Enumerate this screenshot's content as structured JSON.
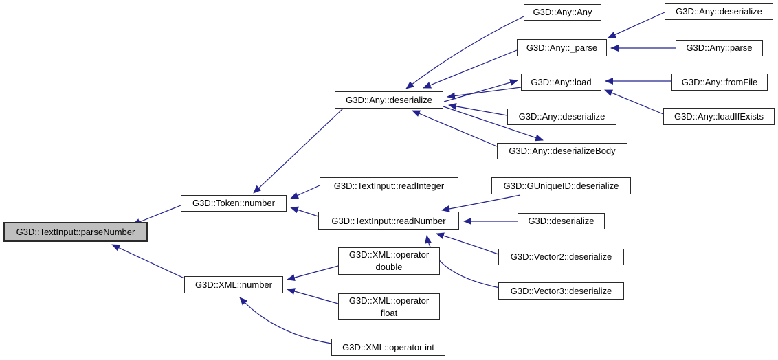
{
  "diagram": {
    "kind": "caller-graph",
    "colors": {
      "edge": "#23238f",
      "node_border": "#2a2a2a",
      "node_fill": "#ffffff",
      "focus_fill": "#bfbfbf",
      "text": "#000000",
      "background": "#ffffff"
    },
    "nodes": [
      {
        "id": "textinput-parsenumber",
        "label": "G3D::TextInput::parseNumber",
        "highlighted": true
      },
      {
        "id": "token-number",
        "label": "G3D::Token::number",
        "highlighted": false
      },
      {
        "id": "xml-number",
        "label": "G3D::XML::number",
        "highlighted": false
      },
      {
        "id": "any-deserialize",
        "label": "G3D::Any::deserialize",
        "highlighted": false
      },
      {
        "id": "textinput-readinteger",
        "label": "G3D::TextInput::readInteger",
        "highlighted": false
      },
      {
        "id": "textinput-readnumber",
        "label": "G3D::TextInput::readNumber",
        "highlighted": false
      },
      {
        "id": "xml-operator-double",
        "label": "G3D::XML::operator double",
        "highlighted": false
      },
      {
        "id": "xml-operator-float",
        "label": "G3D::XML::operator float",
        "highlighted": false
      },
      {
        "id": "xml-operator-int",
        "label": "G3D::XML::operator int",
        "highlighted": false
      },
      {
        "id": "any-any",
        "label": "G3D::Any::Any",
        "highlighted": false
      },
      {
        "id": "any-underscore-parse",
        "label": "G3D::Any::_parse",
        "highlighted": false
      },
      {
        "id": "any-load",
        "label": "G3D::Any::load",
        "highlighted": false
      },
      {
        "id": "any-deserialize-2",
        "label": "G3D::Any::deserialize",
        "highlighted": false
      },
      {
        "id": "any-deserializebody",
        "label": "G3D::Any::deserializeBody",
        "highlighted": false
      },
      {
        "id": "guniqueid-deserialize",
        "label": "G3D::GUniqueID::deserialize",
        "highlighted": false
      },
      {
        "id": "g3d-deserialize",
        "label": "G3D::deserialize",
        "highlighted": false
      },
      {
        "id": "vector2-deserialize",
        "label": "G3D::Vector2::deserialize",
        "highlighted": false
      },
      {
        "id": "vector3-deserialize",
        "label": "G3D::Vector3::deserialize",
        "highlighted": false
      },
      {
        "id": "any-deserialize-3",
        "label": "G3D::Any::deserialize",
        "highlighted": false
      },
      {
        "id": "any-parse",
        "label": "G3D::Any::parse",
        "highlighted": false
      },
      {
        "id": "any-fromfile",
        "label": "G3D::Any::fromFile",
        "highlighted": false
      },
      {
        "id": "any-loadifexists",
        "label": "G3D::Any::loadIfExists",
        "highlighted": false
      }
    ],
    "edges": [
      {
        "from": "token-number",
        "to": "textinput-parsenumber"
      },
      {
        "from": "xml-number",
        "to": "textinput-parsenumber"
      },
      {
        "from": "any-deserialize",
        "to": "token-number"
      },
      {
        "from": "textinput-readinteger",
        "to": "token-number"
      },
      {
        "from": "textinput-readnumber",
        "to": "token-number"
      },
      {
        "from": "any-any",
        "to": "any-deserialize"
      },
      {
        "from": "any-underscore-parse",
        "to": "any-deserialize"
      },
      {
        "from": "any-load",
        "to": "any-deserialize"
      },
      {
        "from": "any-deserialize",
        "to": "any-load"
      },
      {
        "from": "any-deserialize-2",
        "to": "any-deserialize"
      },
      {
        "from": "any-deserialize",
        "to": "any-deserializebody"
      },
      {
        "from": "any-deserializebody",
        "to": "any-deserialize"
      },
      {
        "from": "any-deserialize-3",
        "to": "any-underscore-parse"
      },
      {
        "from": "any-parse",
        "to": "any-underscore-parse"
      },
      {
        "from": "any-fromfile",
        "to": "any-load"
      },
      {
        "from": "any-loadifexists",
        "to": "any-load"
      },
      {
        "from": "guniqueid-deserialize",
        "to": "textinput-readnumber"
      },
      {
        "from": "g3d-deserialize",
        "to": "textinput-readnumber"
      },
      {
        "from": "vector2-deserialize",
        "to": "textinput-readnumber"
      },
      {
        "from": "vector3-deserialize",
        "to": "textinput-readnumber"
      },
      {
        "from": "xml-operator-double",
        "to": "xml-number"
      },
      {
        "from": "xml-operator-float",
        "to": "xml-number"
      },
      {
        "from": "xml-operator-int",
        "to": "xml-number"
      }
    ]
  }
}
